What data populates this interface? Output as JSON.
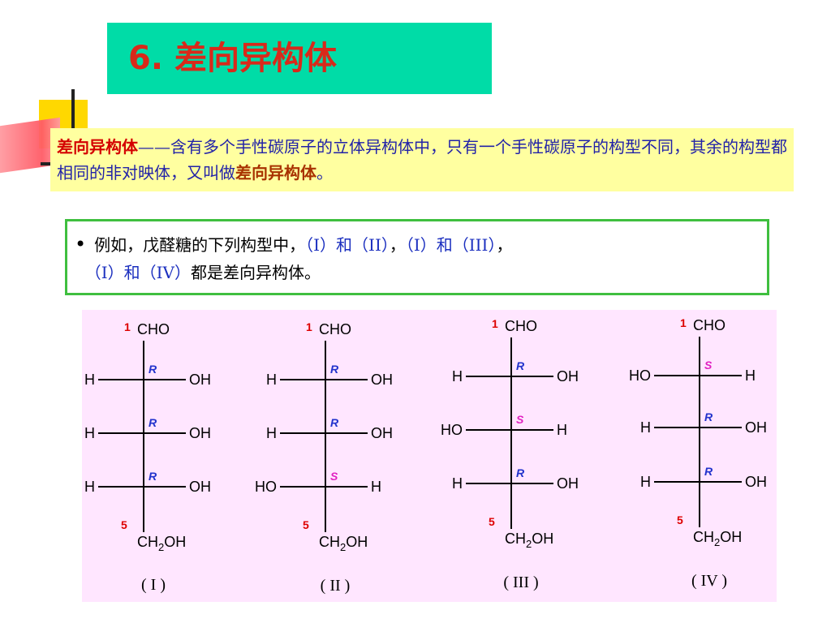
{
  "title": "6. 差向异构体",
  "definition": {
    "term": "差向异构体",
    "dash": "——",
    "text": "含有多个手性碳原子的立体异构体中，只有一个手性碳原子的构型不同，其余的构型都相同的非对映体，又叫做",
    "term_end": "差向异构体",
    "end": "。"
  },
  "example": {
    "bullet": "•",
    "lead": "例如，戊醛糖的下列构型中，",
    "pair1": "（I）和（II）",
    "sep1": "，",
    "pair2": "（I）和（III）",
    "sep2": "，",
    "pair3": "（I）和（IV）",
    "tail": "都是差向异构体。"
  },
  "colors": {
    "title_bg": "#00dca7",
    "title_text": "#d9291a",
    "definition_bg": "#ffffa0",
    "definition_text": "#2222a8",
    "example_border": "#3fbf3f",
    "structure_bg": "#ffe6ff",
    "config_label": "#2233cc",
    "s_label": "#e020c0",
    "carbon_number": "#dd0000"
  },
  "structures": [
    {
      "label": "( I )",
      "top": "CHO",
      "top_num": "1",
      "bottom": "CH2OH",
      "bottom_num": "5",
      "rows": [
        {
          "left": "H",
          "right": "OH",
          "config": "R"
        },
        {
          "left": "H",
          "right": "OH",
          "config": "R"
        },
        {
          "left": "H",
          "right": "OH",
          "config": "R"
        }
      ]
    },
    {
      "label": "( II )",
      "top": "CHO",
      "top_num": "1",
      "bottom": "CH2OH",
      "bottom_num": "5",
      "rows": [
        {
          "left": "H",
          "right": "OH",
          "config": "R"
        },
        {
          "left": "H",
          "right": "OH",
          "config": "R"
        },
        {
          "left": "HO",
          "right": "H",
          "config": "S"
        }
      ]
    },
    {
      "label": "( III )",
      "top": "CHO",
      "top_num": "1",
      "bottom": "CH2OH",
      "bottom_num": "5",
      "rows": [
        {
          "left": "H",
          "right": "OH",
          "config": "R"
        },
        {
          "left": "HO",
          "right": "H",
          "config": "S"
        },
        {
          "left": "H",
          "right": "OH",
          "config": "R"
        }
      ]
    },
    {
      "label": "( IV )",
      "top": "CHO",
      "top_num": "1",
      "bottom": "CH2OH",
      "bottom_num": "5",
      "rows": [
        {
          "left": "HO",
          "right": "H",
          "config": "S"
        },
        {
          "left": "H",
          "right": "OH",
          "config": "R"
        },
        {
          "left": "H",
          "right": "OH",
          "config": "R"
        }
      ]
    }
  ]
}
